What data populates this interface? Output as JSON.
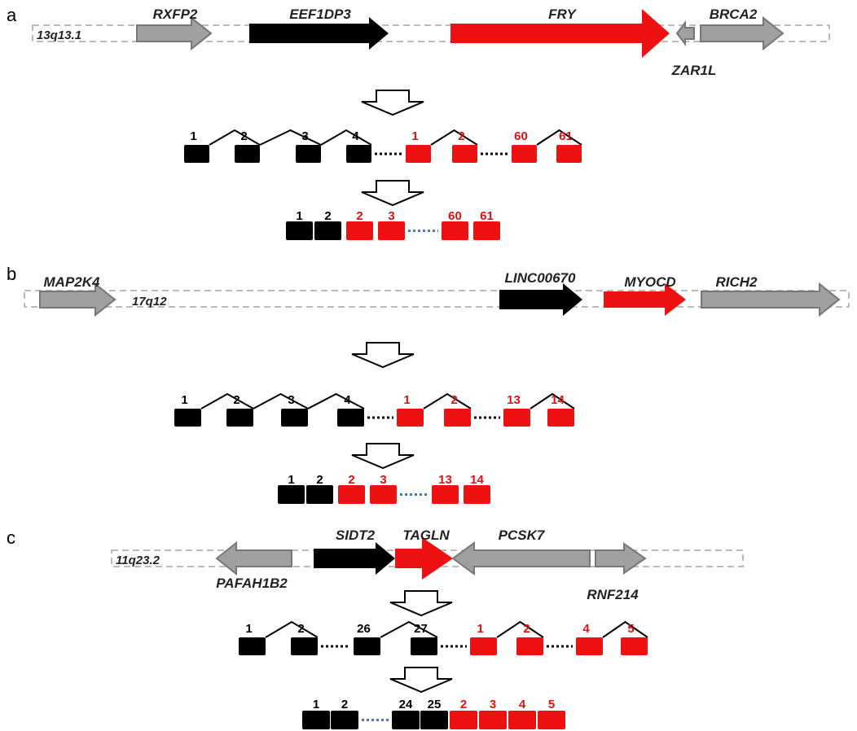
{
  "colors": {
    "black": "#000000",
    "red": "#ee1111",
    "red_text": "#dd1111",
    "gray": "#a0a0a0",
    "gray_stroke": "#777777",
    "box_stroke": "#bbbbbb",
    "blue_dots": "#4a7ab5"
  },
  "icons": [
    "down-hollow-arrow-icon",
    "gene-arrow-icon",
    "exon-box-icon"
  ],
  "panels": [
    {
      "letter": "a",
      "chromosome": "13q13.1",
      "genes": [
        {
          "name": "RXFP2",
          "color": "gray"
        },
        {
          "name": "EEF1DP3",
          "color": "black"
        },
        {
          "name": "FRY",
          "color": "red"
        },
        {
          "name": "ZAR1L",
          "color": "gray"
        },
        {
          "name": "BRCA2",
          "color": "gray"
        }
      ],
      "pre_mrna_exons": [
        {
          "label": "1",
          "color": "black"
        },
        {
          "label": "2",
          "color": "black"
        },
        {
          "label": "3",
          "color": "black"
        },
        {
          "label": "4",
          "color": "black"
        },
        {
          "label": "1",
          "color": "red"
        },
        {
          "label": "2",
          "color": "red"
        },
        {
          "label": "60",
          "color": "red"
        },
        {
          "label": "61",
          "color": "red"
        }
      ],
      "fusion_exons": [
        {
          "label": "1",
          "color": "black"
        },
        {
          "label": "2",
          "color": "black"
        },
        {
          "label": "2",
          "color": "red"
        },
        {
          "label": "3",
          "color": "red"
        },
        {
          "label": "60",
          "color": "red"
        },
        {
          "label": "61",
          "color": "red"
        }
      ]
    },
    {
      "letter": "b",
      "chromosome": "17q12",
      "genes": [
        {
          "name": "MAP2K4",
          "color": "gray"
        },
        {
          "name": "LINC00670",
          "color": "black"
        },
        {
          "name": "MYOCD",
          "color": "red"
        },
        {
          "name": "RICH2",
          "color": "gray"
        }
      ],
      "pre_mrna_exons": [
        {
          "label": "1",
          "color": "black"
        },
        {
          "label": "2",
          "color": "black"
        },
        {
          "label": "3",
          "color": "black"
        },
        {
          "label": "4",
          "color": "black"
        },
        {
          "label": "1",
          "color": "red"
        },
        {
          "label": "2",
          "color": "red"
        },
        {
          "label": "13",
          "color": "red"
        },
        {
          "label": "14",
          "color": "red"
        }
      ],
      "fusion_exons": [
        {
          "label": "1",
          "color": "black"
        },
        {
          "label": "2",
          "color": "black"
        },
        {
          "label": "2",
          "color": "red"
        },
        {
          "label": "3",
          "color": "red"
        },
        {
          "label": "13",
          "color": "red"
        },
        {
          "label": "14",
          "color": "red"
        }
      ]
    },
    {
      "letter": "c",
      "chromosome": "11q23.2",
      "genes": [
        {
          "name": "PAFAH1B2",
          "color": "gray"
        },
        {
          "name": "SIDT2",
          "color": "black"
        },
        {
          "name": "TAGLN",
          "color": "red"
        },
        {
          "name": "PCSK7",
          "color": "gray"
        },
        {
          "name": "RNF214",
          "color": "gray"
        }
      ],
      "pre_mrna_exons": [
        {
          "label": "1",
          "color": "black"
        },
        {
          "label": "2",
          "color": "black"
        },
        {
          "label": "26",
          "color": "black"
        },
        {
          "label": "27",
          "color": "black"
        },
        {
          "label": "1",
          "color": "red"
        },
        {
          "label": "2",
          "color": "red"
        },
        {
          "label": "4",
          "color": "red"
        },
        {
          "label": "5",
          "color": "red"
        }
      ],
      "fusion_exons": [
        {
          "label": "1",
          "color": "black"
        },
        {
          "label": "2",
          "color": "black"
        },
        {
          "label": "24",
          "color": "black"
        },
        {
          "label": "25",
          "color": "black"
        },
        {
          "label": "2",
          "color": "red"
        },
        {
          "label": "3",
          "color": "red"
        },
        {
          "label": "4",
          "color": "red"
        },
        {
          "label": "5",
          "color": "red"
        }
      ]
    }
  ]
}
